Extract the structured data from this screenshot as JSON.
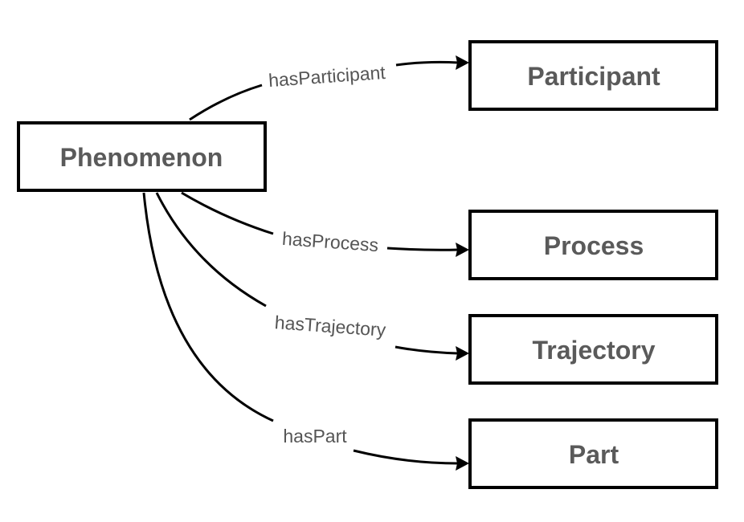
{
  "diagram": {
    "source": {
      "label": "Phenomenon"
    },
    "targets": [
      {
        "label": "Participant"
      },
      {
        "label": "Process"
      },
      {
        "label": "Trajectory"
      },
      {
        "label": "Part"
      }
    ],
    "edges": [
      {
        "label": "hasParticipant"
      },
      {
        "label": "hasProcess"
      },
      {
        "label": "hasTrajectory"
      },
      {
        "label": "hasPart"
      }
    ],
    "colors": {
      "stroke": "#000000",
      "node_text": "#5a5a5a",
      "edge_text": "#555555",
      "background": "#ffffff"
    }
  }
}
